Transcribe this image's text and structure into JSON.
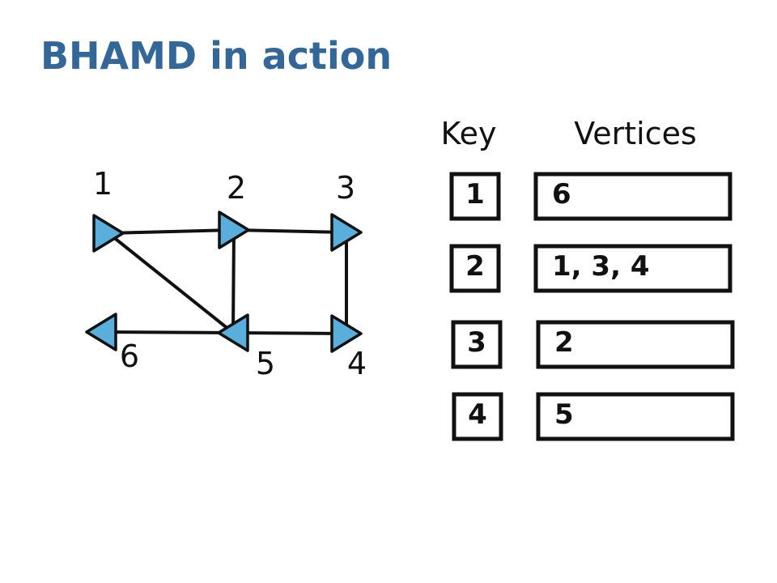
{
  "title": "BHAMD in action",
  "graph": {
    "nodes": [
      {
        "id": "1",
        "label": "1"
      },
      {
        "id": "2",
        "label": "2"
      },
      {
        "id": "3",
        "label": "3"
      },
      {
        "id": "4",
        "label": "4"
      },
      {
        "id": "5",
        "label": "5"
      },
      {
        "id": "6",
        "label": "6"
      }
    ],
    "edges": [
      [
        "1",
        "2"
      ],
      [
        "2",
        "3"
      ],
      [
        "1",
        "5"
      ],
      [
        "2",
        "5"
      ],
      [
        "3",
        "4"
      ],
      [
        "5",
        "4"
      ],
      [
        "5",
        "6"
      ]
    ],
    "node_color": "#5aaedc"
  },
  "table": {
    "key_header": "Key",
    "vertices_header": "Vertices",
    "rows": [
      {
        "key": "1",
        "vertices": "6"
      },
      {
        "key": "2",
        "vertices": "1, 3, 4"
      },
      {
        "key": "3",
        "vertices": "2"
      },
      {
        "key": "4",
        "vertices": "5"
      }
    ]
  }
}
